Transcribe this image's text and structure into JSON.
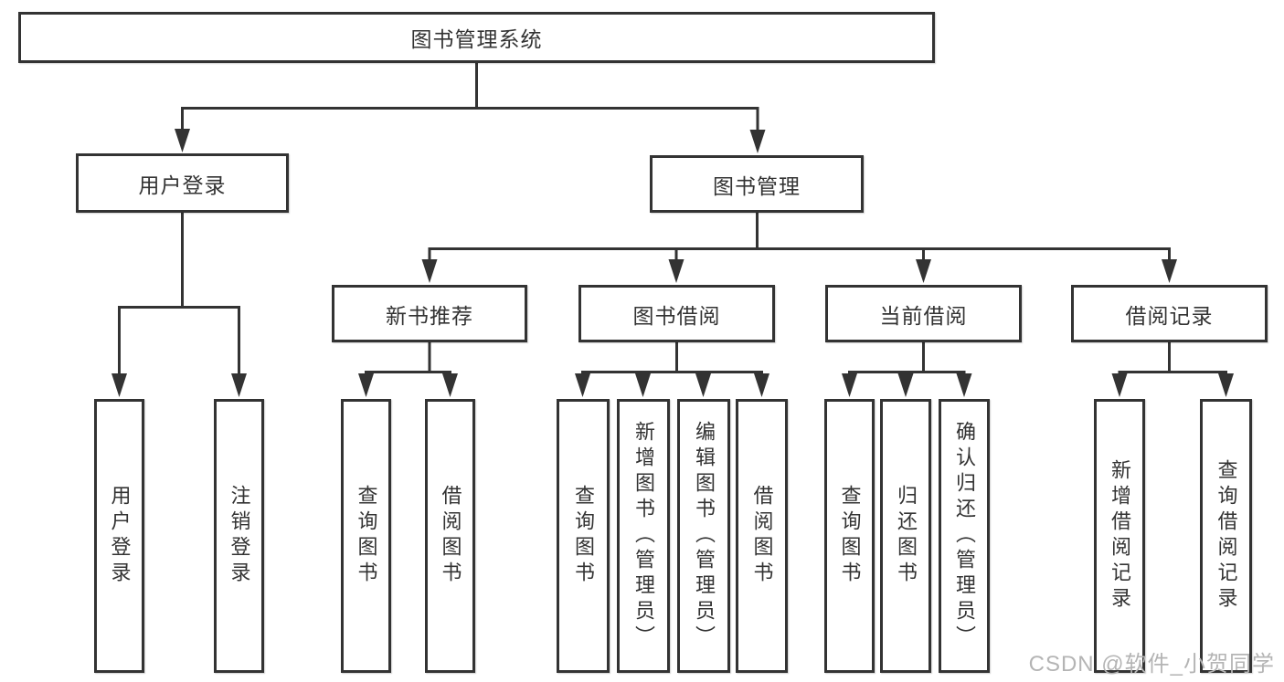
{
  "diagram": {
    "root": {
      "label": "图书管理系统"
    },
    "branches": [
      {
        "label": "用户登录",
        "children": [
          {
            "label": "用户登录"
          },
          {
            "label": "注销登录"
          }
        ]
      },
      {
        "label": "图书管理",
        "children": [
          {
            "label": "新书推荐",
            "children": [
              {
                "label": "查询图书"
              },
              {
                "label": "借阅图书"
              }
            ]
          },
          {
            "label": "图书借阅",
            "children": [
              {
                "label": "查询图书"
              },
              {
                "label": "新增图书（管理员）"
              },
              {
                "label": "编辑图书（管理员）"
              },
              {
                "label": "借阅图书"
              }
            ]
          },
          {
            "label": "当前借阅",
            "children": [
              {
                "label": "查询图书"
              },
              {
                "label": "归还图书"
              },
              {
                "label": "确认归还（管理员）"
              }
            ]
          },
          {
            "label": "借阅记录",
            "children": [
              {
                "label": "新增借阅记录"
              },
              {
                "label": "查询借阅记录"
              }
            ]
          }
        ]
      }
    ]
  },
  "watermark": {
    "text": "CSDN @软件_小贺同学"
  },
  "colors": {
    "line": "#333333",
    "box_border": "#333333",
    "text": "#333333",
    "background": "#ffffff",
    "watermark": "#b4b4b4"
  }
}
